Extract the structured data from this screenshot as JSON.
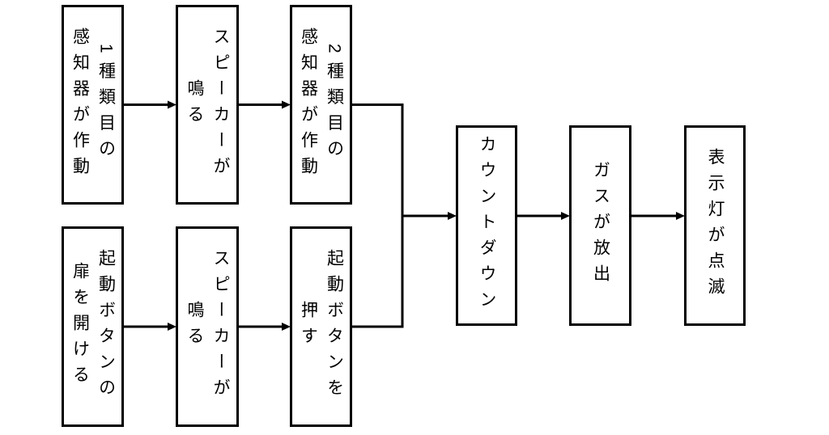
{
  "diagram": {
    "type": "flowchart",
    "direction": "left-to-right",
    "writing_mode": "vertical-japanese",
    "colors": {
      "background": "#ffffff",
      "line": "#000000",
      "node_fill": "#ffffff",
      "text": "#000000"
    },
    "nodes": [
      {
        "id": "first-detector-activated",
        "label": "1種類目の\n感知器が作動"
      },
      {
        "id": "speaker-sounds-1",
        "label": "スピーカーが\n鳴る"
      },
      {
        "id": "second-detector-activated",
        "label": "2種類目の\n感知器が作動"
      },
      {
        "id": "open-start-button-door",
        "label": "起動ボタンの\n扉を開ける"
      },
      {
        "id": "speaker-sounds-2",
        "label": "スピーカーが\n鳴る"
      },
      {
        "id": "press-start-button",
        "label": "起動ボタンを\n押す"
      },
      {
        "id": "countdown",
        "label": "カウントダウン"
      },
      {
        "id": "gas-released",
        "label": "ガスが放出"
      },
      {
        "id": "indicator-lamp-blinks",
        "label": "表示灯が点滅"
      }
    ],
    "connectors": [
      {
        "from": "first-detector-activated",
        "to": "speaker-sounds-1",
        "style": "arrow"
      },
      {
        "from": "speaker-sounds-1",
        "to": "second-detector-activated",
        "style": "arrow"
      },
      {
        "from": "open-start-button-door",
        "to": "speaker-sounds-2",
        "style": "arrow"
      },
      {
        "from": "speaker-sounds-2",
        "to": "press-start-button",
        "style": "arrow"
      },
      {
        "from": "second-detector-activated",
        "to": "merge-bracket",
        "style": "elbow"
      },
      {
        "from": "press-start-button",
        "to": "merge-bracket",
        "style": "elbow"
      },
      {
        "from": "merge-bracket",
        "to": "countdown",
        "style": "arrow"
      },
      {
        "from": "countdown",
        "to": "gas-released",
        "style": "arrow"
      },
      {
        "from": "gas-released",
        "to": "indicator-lamp-blinks",
        "style": "arrow"
      }
    ]
  }
}
